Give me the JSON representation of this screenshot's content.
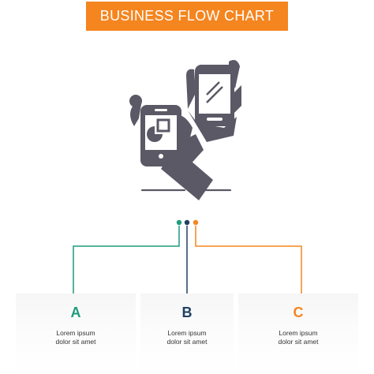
{
  "title": "BUSINESS FLOW CHART",
  "colors": {
    "banner": "#f5851f",
    "icon": "#5b5966",
    "option_a": "#1f9a7c",
    "option_b": "#1f3f66",
    "option_c": "#f5851f"
  },
  "icon": {
    "name": "hands-holding-smartphones-icon"
  },
  "options": [
    {
      "letter": "A",
      "line1": "Lorem ipsum",
      "line2": "dolor sit amet"
    },
    {
      "letter": "B",
      "line1": "Lorem ipsum",
      "line2": "dolor sit amet"
    },
    {
      "letter": "C",
      "line1": "Lorem ipsum",
      "line2": "dolor sit amet"
    }
  ]
}
